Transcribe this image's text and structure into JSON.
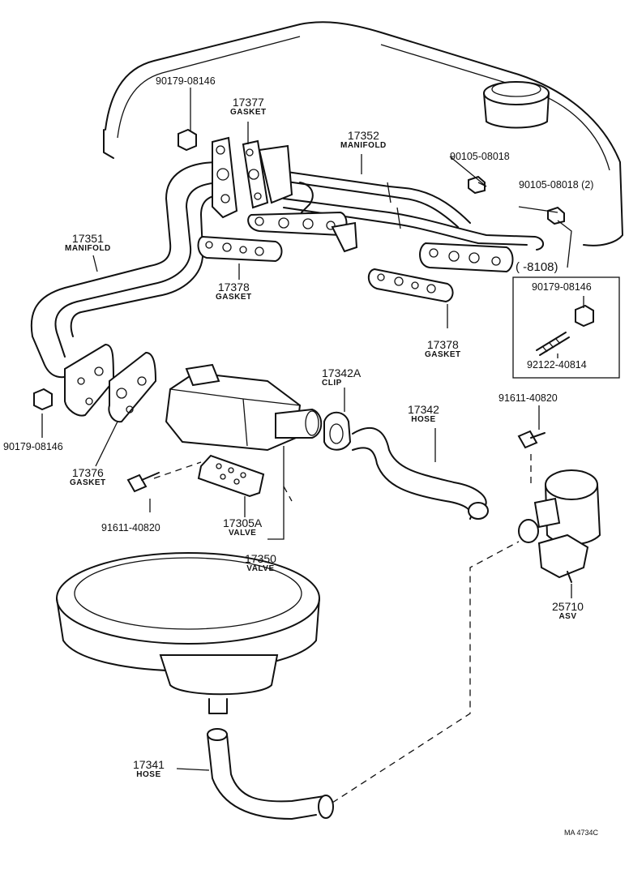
{
  "parts": {
    "p_90179_top": {
      "number": "90179-08146"
    },
    "p_17377": {
      "number": "17377",
      "name": "GASKET"
    },
    "p_17352": {
      "number": "17352",
      "name": "MANIFOLD"
    },
    "p_90105_a": {
      "number": "90105-08018"
    },
    "p_90105_b": {
      "number": "90105-08018 (2)"
    },
    "p_8108": {
      "number": "( -8108)"
    },
    "p_17351": {
      "number": "17351",
      "name": "MANIFOLD"
    },
    "p_17378_left": {
      "number": "17378",
      "name": "GASKET"
    },
    "p_17378_right": {
      "number": "17378",
      "name": "GASKET"
    },
    "p_90179_box": {
      "number": "90179-08146"
    },
    "p_92122": {
      "number": "92122-40814"
    },
    "p_17342A": {
      "number": "17342A",
      "name": "CLIP"
    },
    "p_17342": {
      "number": "17342",
      "name": "HOSE"
    },
    "p_91611_right": {
      "number": "91611-40820"
    },
    "p_90179_left": {
      "number": "90179-08146"
    },
    "p_17376": {
      "number": "17376",
      "name": "GASKET"
    },
    "p_91611_left": {
      "number": "91611-40820"
    },
    "p_17305A": {
      "number": "17305A",
      "name": "VALVE"
    },
    "p_17350": {
      "number": "17350",
      "name": "VALVE"
    },
    "p_25710": {
      "number": "25710",
      "name": "ASV"
    },
    "p_17341": {
      "number": "17341",
      "name": "HOSE"
    }
  },
  "reference_code": "MA 4734C"
}
